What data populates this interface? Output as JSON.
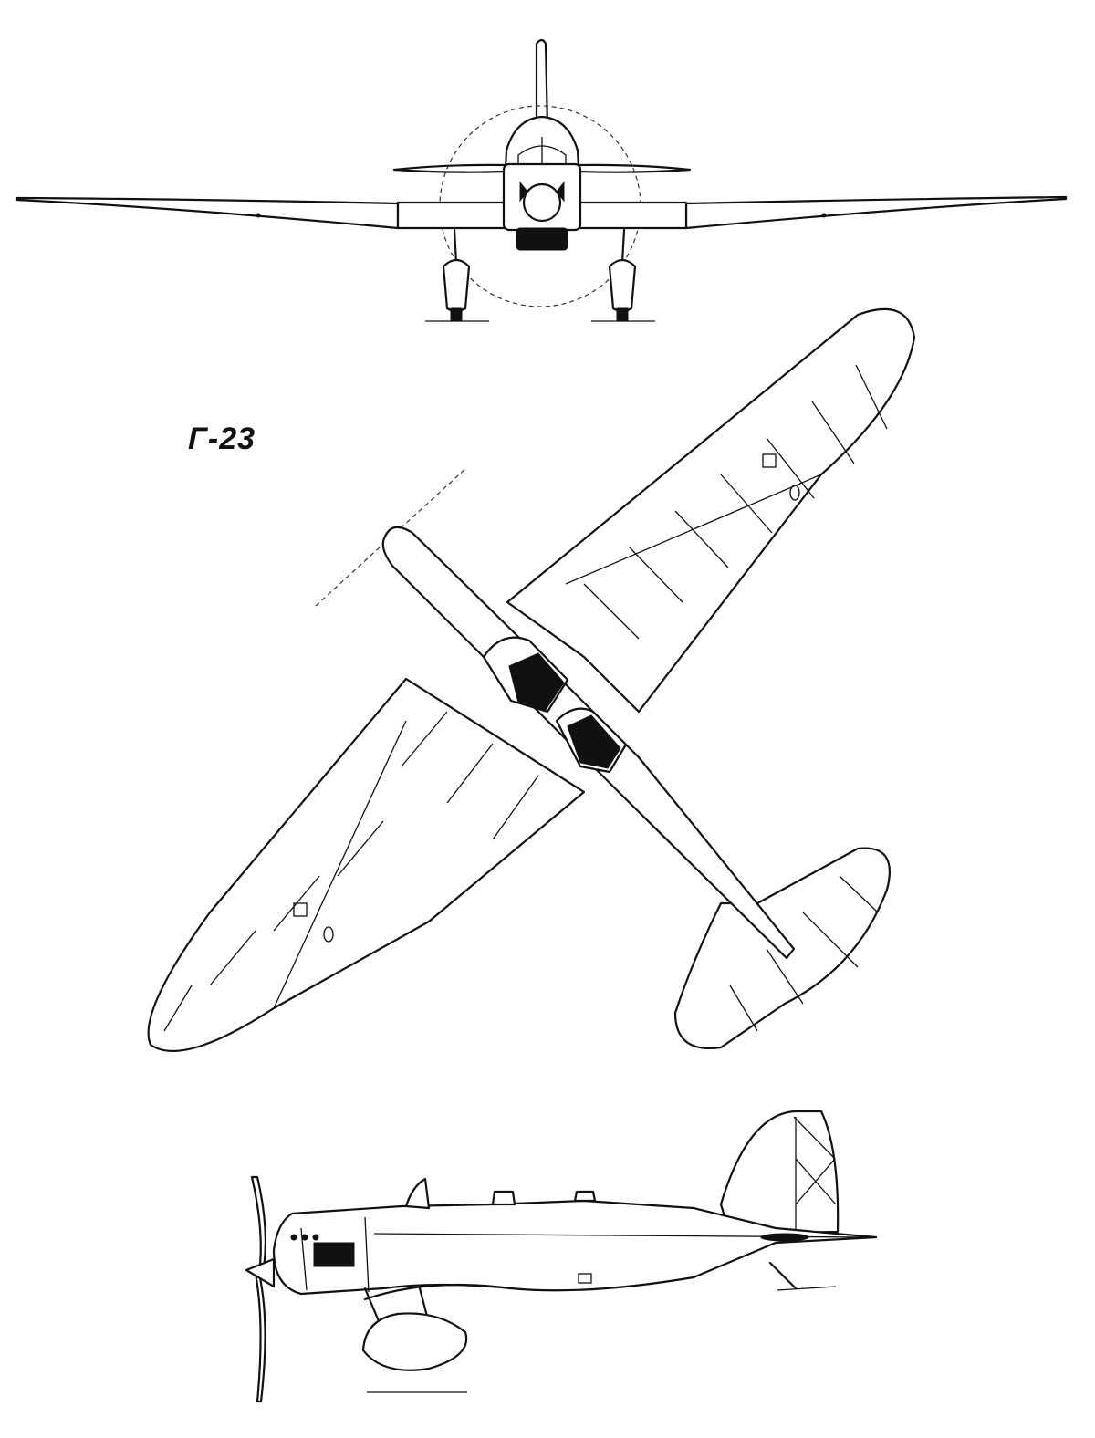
{
  "drawing": {
    "designation": "Г-23",
    "views": [
      "front-view",
      "top-view",
      "side-view"
    ]
  }
}
